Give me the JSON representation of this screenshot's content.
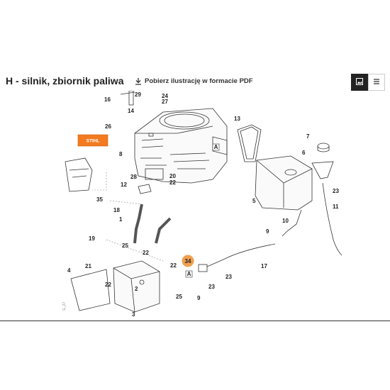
{
  "header": {
    "title": "H - silnik, zbiornik paliwa",
    "download_label": "Pobierz ilustrację w formacie PDF",
    "icons": {
      "download": "download-icon",
      "image_view": "image-view-icon",
      "list_view": "list-view-icon"
    }
  },
  "diagram": {
    "brand_label": "STIHL",
    "highlighted_part": "34",
    "callout_letter": "A",
    "margin_code": "G_27",
    "part_numbers": [
      "16",
      "29",
      "24",
      "27",
      "14",
      "26",
      "8",
      "20",
      "22",
      "28",
      "12",
      "18",
      "35",
      "1",
      "13",
      "7",
      "6",
      "5",
      "23",
      "11",
      "10",
      "9",
      "19",
      "21",
      "25",
      "34",
      "4",
      "2",
      "3",
      "17"
    ],
    "colors": {
      "highlight": "#f0a050",
      "brand": "#f37a1f",
      "line": "#333333",
      "dashed": "#888888"
    }
  }
}
